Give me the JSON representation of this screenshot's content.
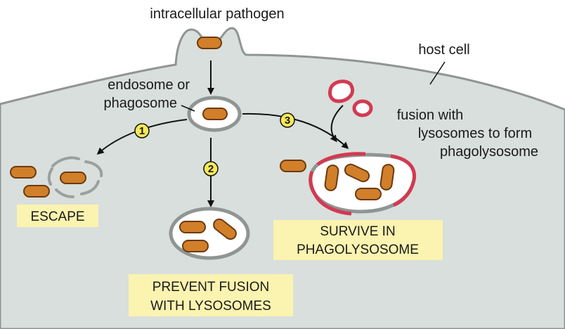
{
  "labels": {
    "pathogen": "intracellular pathogen",
    "host_cell": "host cell",
    "endosome_1": "endosome or",
    "endosome_2": "phagosome",
    "fusion_1": "fusion with",
    "fusion_2": "lysosomes to form",
    "fusion_3": "phagolysosome"
  },
  "steps": [
    "1",
    "2",
    "3"
  ],
  "outcomes": {
    "escape": "ESCAPE",
    "prevent_1": "PREVENT FUSION",
    "prevent_2": "WITH LYSOSOMES",
    "survive_1": "SURVIVE IN",
    "survive_2": "PHAGOLYSOSOME"
  },
  "colors": {
    "cytoplasm": "#d9dfdc",
    "membrane": "#8f9593",
    "bacterium": "#d27f2a",
    "lysosome": "#d23a52",
    "step_badge": "#f6e85a",
    "outcome_box": "#fbf3b0"
  }
}
